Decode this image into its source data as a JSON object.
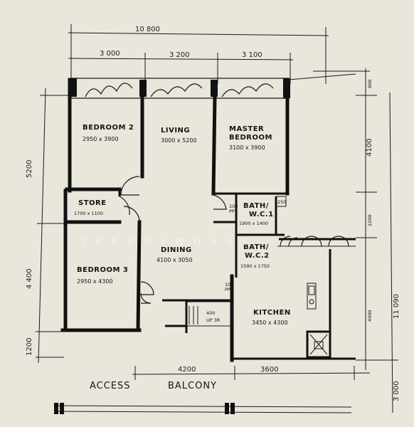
{
  "dimensions": {
    "overall_width": "10 800",
    "top_segments": [
      "3 000",
      "3 200",
      "3 100"
    ],
    "left_segments": [
      "5200",
      "4 400",
      "1200"
    ],
    "right_segments": [
      "800",
      "4100",
      "2200",
      "4900"
    ],
    "right_total": "11 090",
    "right_bottom": "3 000",
    "bottom_segments": [
      "4200",
      "3600"
    ]
  },
  "rooms": {
    "bedroom2": {
      "name": "BEDROOM 2",
      "size": "2950 x 3900"
    },
    "living": {
      "name": "LIVING",
      "size": "3000 x 5200"
    },
    "master": {
      "name_line1": "MASTER",
      "name_line2": "BEDROOM",
      "size": "3100 x 3900"
    },
    "store": {
      "name": "STORE",
      "size": "1700 x 1100"
    },
    "bath1": {
      "name_line1": "BATH/",
      "name_line2": "W.C.1",
      "size": "1900 x 1400"
    },
    "bath2": {
      "name_line1": "BATH/",
      "name_line2": "W.C.2",
      "size": "1590 x 1750"
    },
    "dining": {
      "name": "DINING",
      "size": "4100 x 3050"
    },
    "bedroom3": {
      "name": "BEDROOM 3",
      "size": "2950 x 4300"
    },
    "kitchen": {
      "name": "KITCHEN",
      "size": "3450 x 4300"
    }
  },
  "marks": {
    "pp_left": "100\nPP",
    "pp_right": "250",
    "pp_dining": "100\nPP",
    "stair_width": "400",
    "stair_label": "UP 3R"
  },
  "access_balcony": {
    "word1": "ACCESS",
    "word2": "BALCONY"
  },
  "watermark": "TERDOYWOAUS"
}
